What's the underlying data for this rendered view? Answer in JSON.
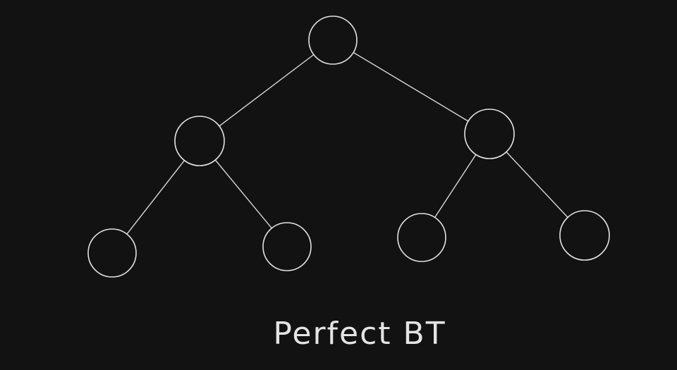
{
  "diagram": {
    "caption": "Perfect BT",
    "colors": {
      "background": "#121212",
      "stroke": "#e2e2e2",
      "text": "#e4e4e4"
    },
    "nodes": [
      {
        "id": "root"
      },
      {
        "id": "left"
      },
      {
        "id": "right"
      },
      {
        "id": "left-left"
      },
      {
        "id": "left-right"
      },
      {
        "id": "right-left"
      },
      {
        "id": "right-right"
      }
    ],
    "edges": [
      {
        "from": "root",
        "to": "left"
      },
      {
        "from": "root",
        "to": "right"
      },
      {
        "from": "left",
        "to": "left-left"
      },
      {
        "from": "left",
        "to": "left-right"
      },
      {
        "from": "right",
        "to": "right-left"
      },
      {
        "from": "right",
        "to": "right-right"
      }
    ]
  }
}
